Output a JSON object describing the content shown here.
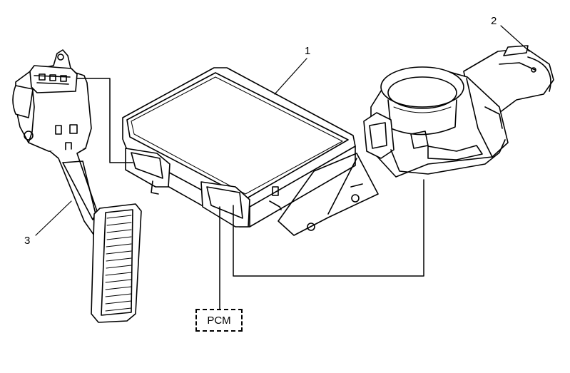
{
  "callouts": {
    "ecm": "1",
    "throttle_body": "2",
    "pedal_assembly": "3"
  },
  "pcm_label": "PCM",
  "colors": {
    "line": "#000000",
    "background": "#ffffff"
  }
}
